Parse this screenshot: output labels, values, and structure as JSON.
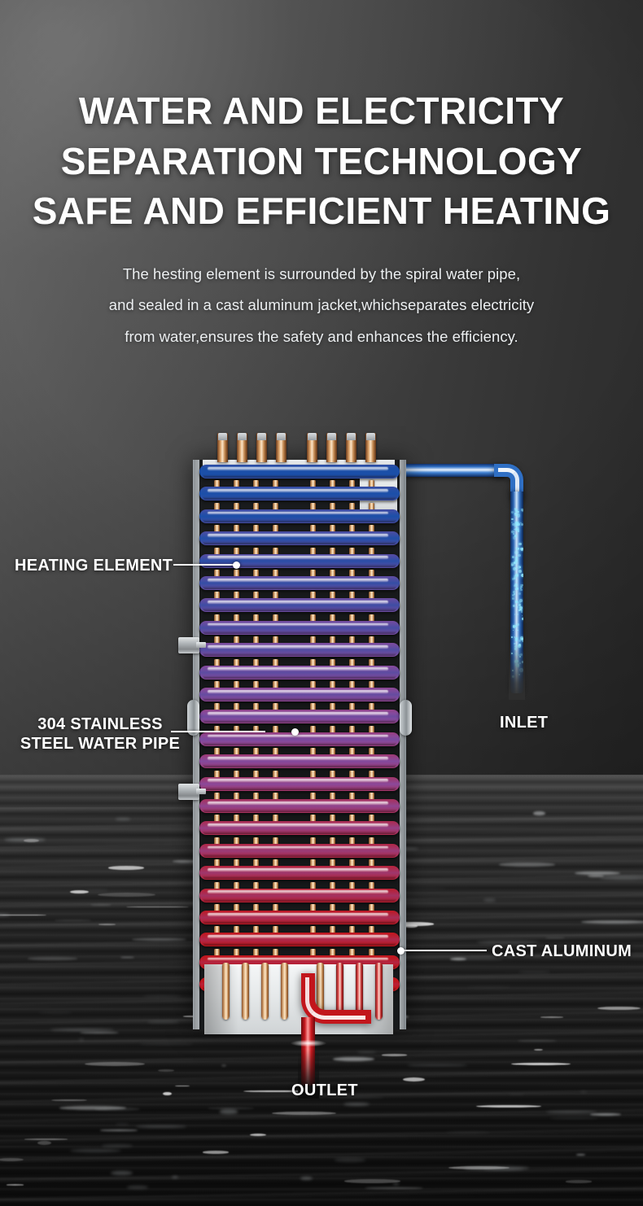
{
  "headline": {
    "line1": "WATER AND ELECTRICITY",
    "line2": "SEPARATION TECHNOLOGY",
    "line3": "SAFE AND EFFICIENT HEATING"
  },
  "description": {
    "line1": "The hesting element is surrounded by the spiral water pipe,",
    "line2": "and sealed in a cast aluminum jacket,whichseparates electricity",
    "line3": "from water,ensures the safety and enhances the efficiency."
  },
  "callouts": {
    "heating_element": "HEATING ELEMENT",
    "water_pipe_line1": "304 STAINLESS",
    "water_pipe_line2": "STEEL WATER PIPE",
    "inlet": "INLET",
    "cast_aluminum": "CAST ALUMINUM",
    "outlet": "OUTLET"
  },
  "colors": {
    "background_light": "#626262",
    "background_dark": "#2b2b2b",
    "water_dark": "#0d0d0d",
    "coil_cold": "#1b4fa8",
    "coil_mid": "#8a4a9c",
    "coil_hot": "#c2161c",
    "copper": "#e0a96d",
    "text_white": "#ffffff",
    "housing_steel": "#8d9296"
  },
  "product": {
    "coil_count": 24,
    "terminal_groups": 2,
    "terminals_per_group": 4,
    "rods_per_row": 8,
    "bottom_fingers": 8
  }
}
